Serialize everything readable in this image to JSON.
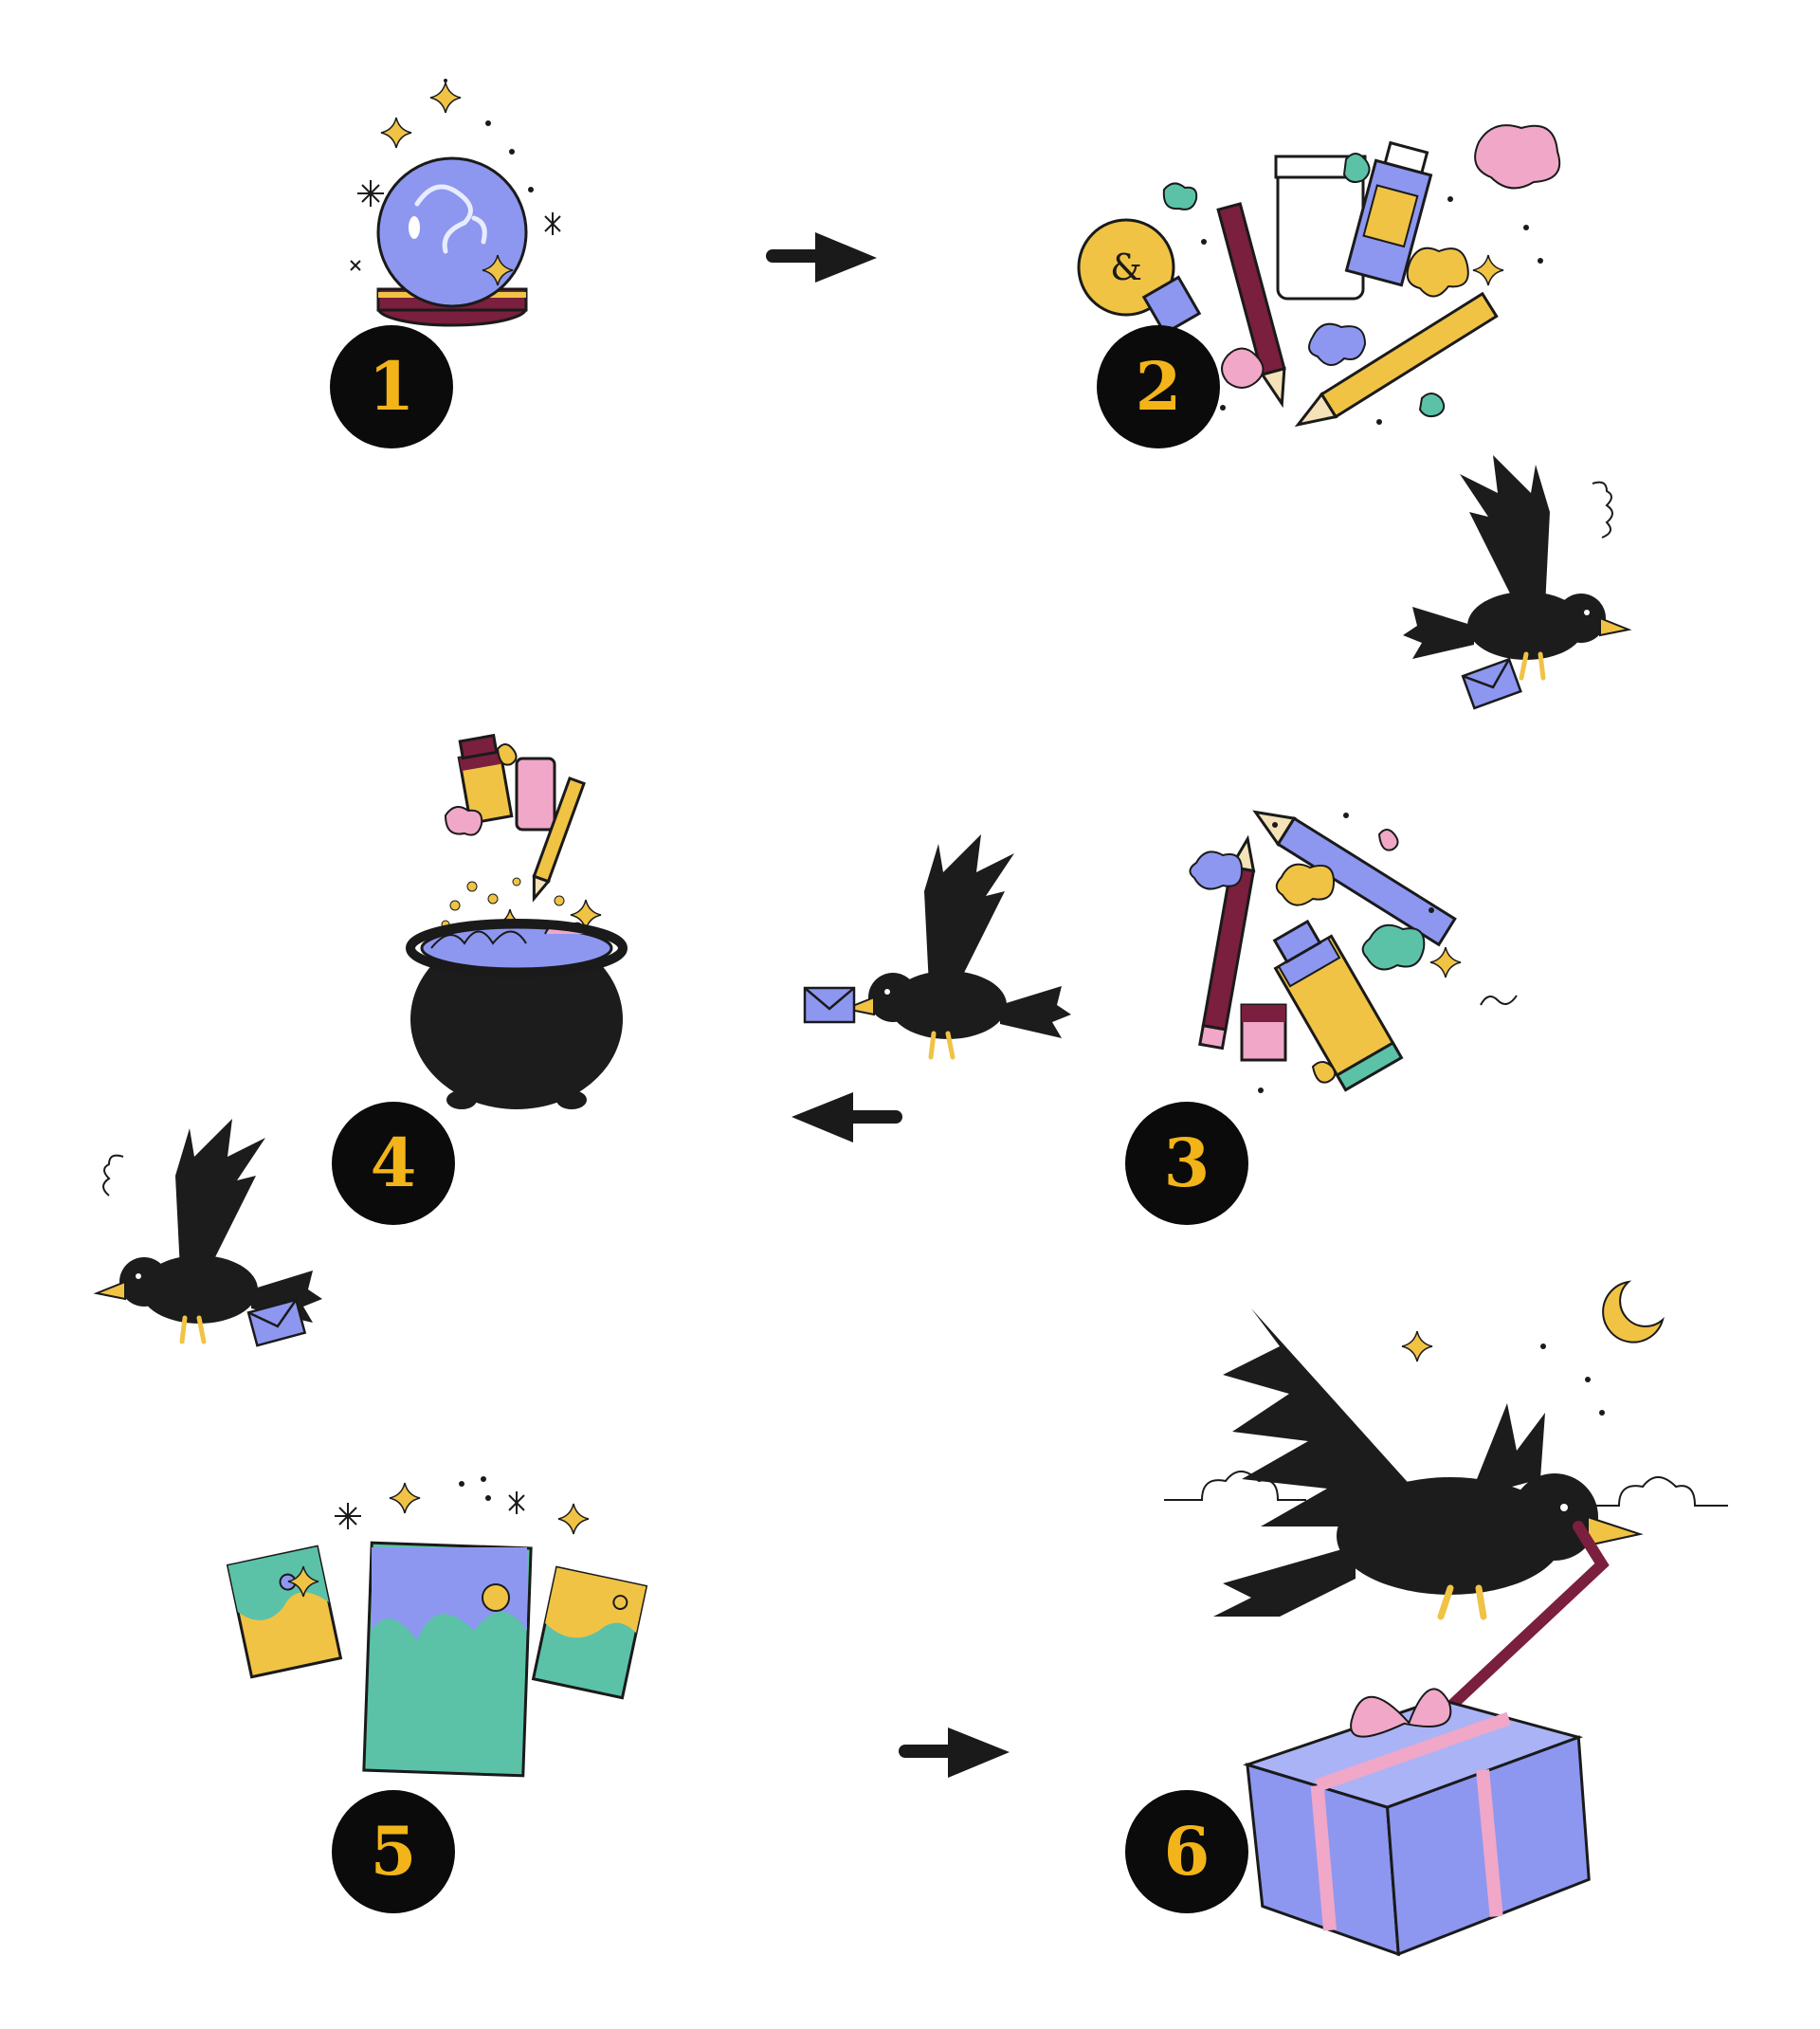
{
  "steps": [
    {
      "number": "1",
      "icon": "crystal-ball-icon"
    },
    {
      "number": "2",
      "icon": "art-supplies-icon"
    },
    {
      "number": "3",
      "icon": "art-supplies-icon"
    },
    {
      "number": "4",
      "icon": "cauldron-icon"
    },
    {
      "number": "5",
      "icon": "framed-pictures-icon"
    },
    {
      "number": "6",
      "icon": "raven-gift-icon"
    }
  ],
  "colors": {
    "badge_bg": "#0b0b0b",
    "badge_text": "#f2b418",
    "accent_blue": "#8d97f0",
    "accent_yellow": "#f0c345",
    "accent_teal": "#5bc2a8",
    "accent_pink": "#f0a7c8",
    "accent_maroon": "#7a1f3d",
    "raven": "#1c1c1c"
  }
}
